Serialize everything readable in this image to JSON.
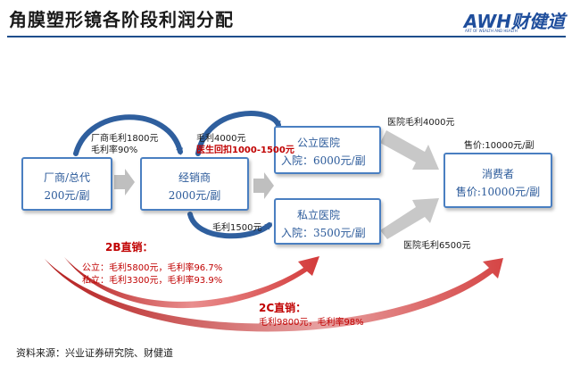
{
  "title": "角膜塑形镜各阶段利润分配",
  "logo": {
    "text": "AWH财健道",
    "sub": "ART OF WEALTH AND HEALTH"
  },
  "boxes": {
    "vendor": {
      "line1": "厂商/总代",
      "line2": "200元/副"
    },
    "dealer": {
      "line1": "经销商",
      "line2": "2000元/副"
    },
    "public": {
      "line1": "公立医院",
      "line2": "入院：6000元/副"
    },
    "private": {
      "line1": "私立医院",
      "line2": "入院：3500元/副"
    },
    "consumer": {
      "line1": "消费者",
      "line2": "售价:10000元/副"
    }
  },
  "labels": {
    "vendor_margin": "厂商毛利1800元",
    "vendor_rate": "毛利率90%",
    "dealer_margin": "毛利4000元",
    "kickback": "医生回扣1000-1500元",
    "dealer_private_margin": "毛利1500元",
    "public_hospital_margin": "医院毛利4000元",
    "retail_price": "售价:10000元/副",
    "private_hospital_margin": "医院毛利6500元",
    "b2b_title": "2B直销：",
    "b2b_public": "公立：毛利5800元，毛利率96.7%",
    "b2b_private": "私立：毛利3300元，毛利率93.9%",
    "c2c_title": "2C直销：",
    "c2c_detail": "毛利9800元，毛利率98%"
  },
  "footer": "资料来源：兴业证券研究院、财健道",
  "colors": {
    "accent_blue": "#1f4e8c",
    "box_border": "#4a7fc1",
    "red": "#c00000",
    "gray_arrow": "#bfbfbf"
  }
}
